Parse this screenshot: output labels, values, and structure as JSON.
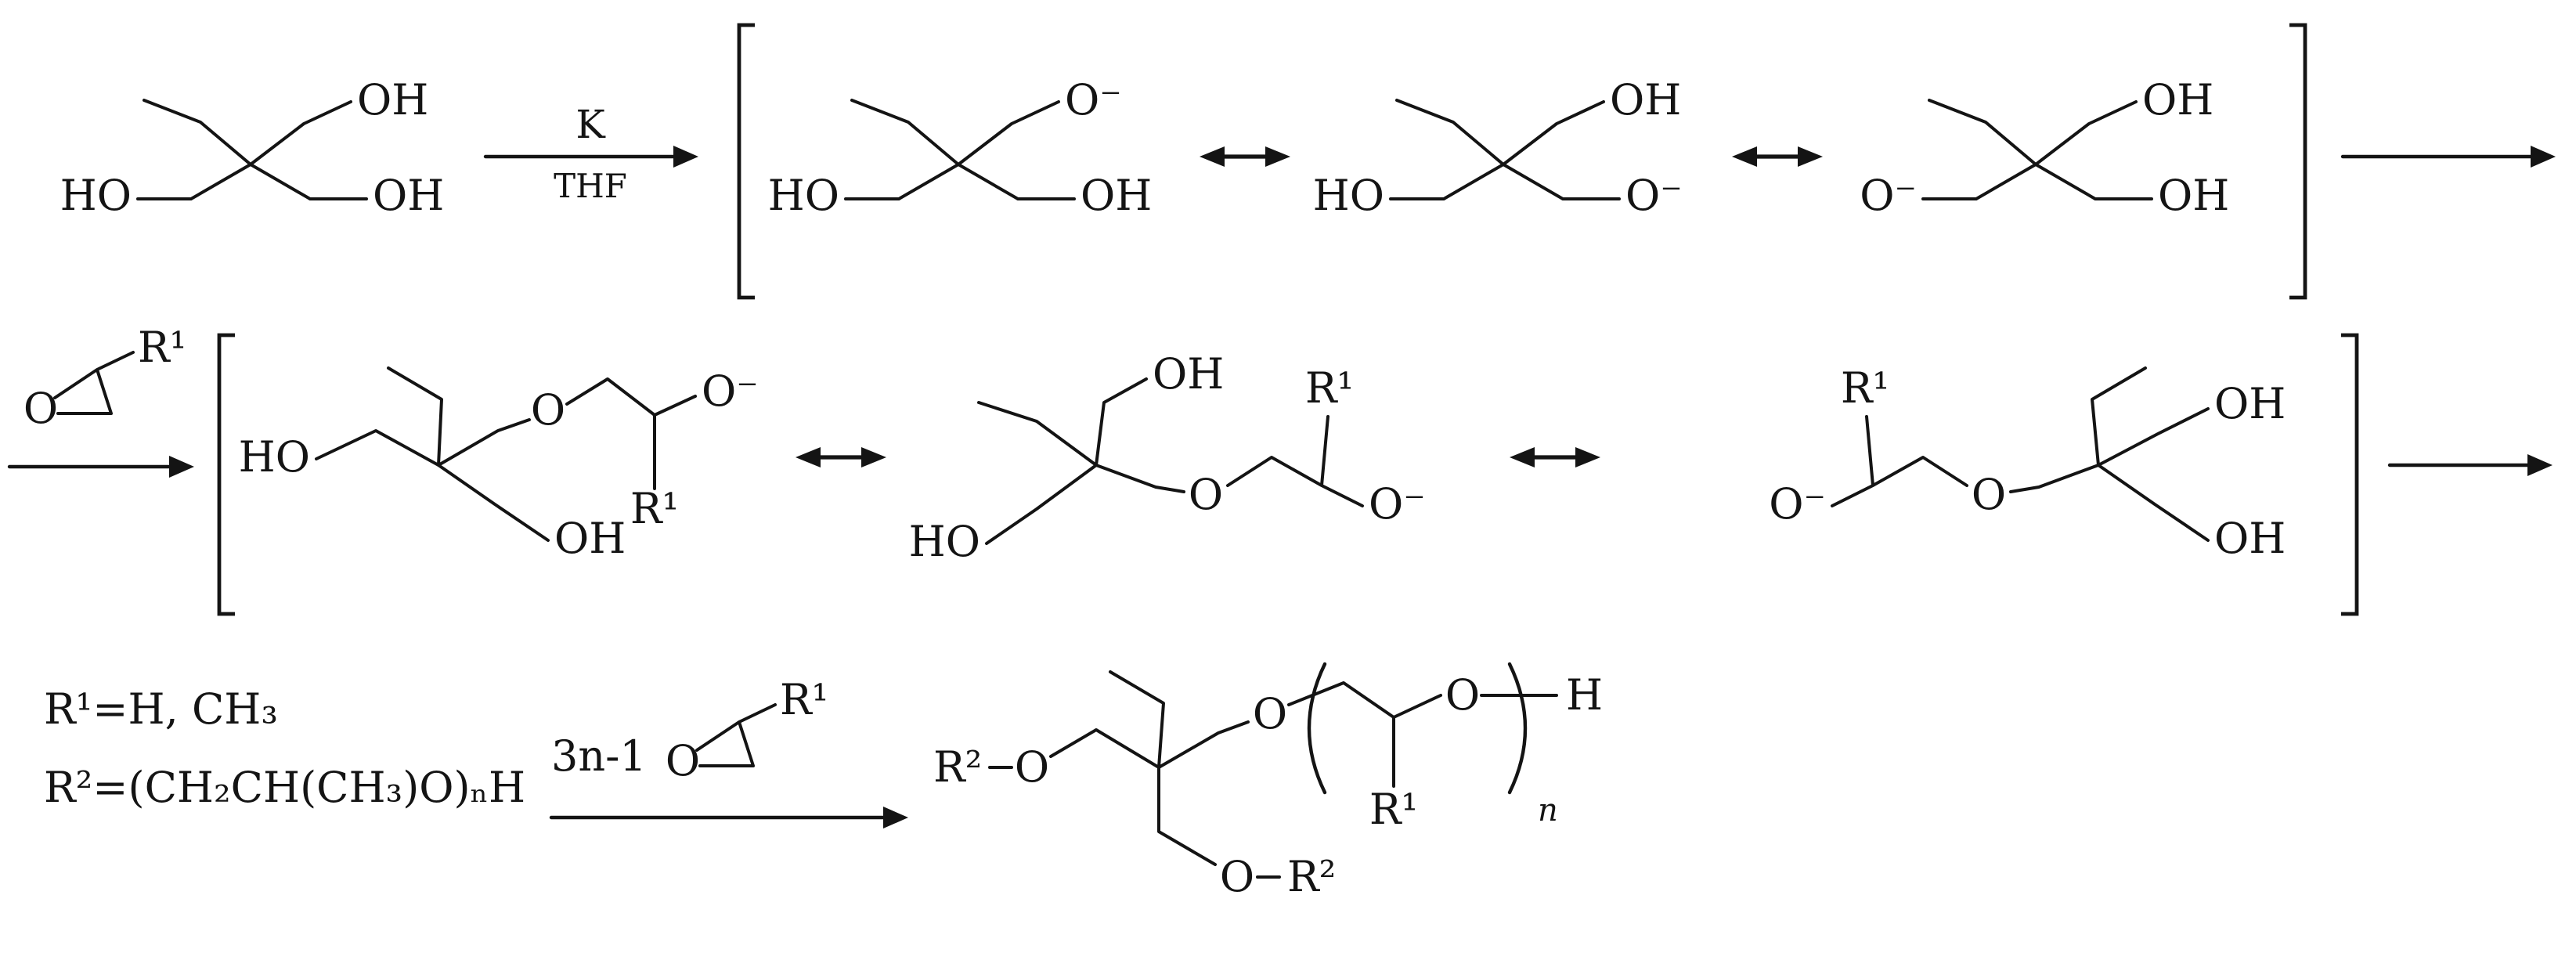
{
  "scheme": {
    "step1": {
      "reagent": "K",
      "solvent": "THF"
    },
    "step3": {
      "stoichiometry": "3n-1"
    },
    "definitions": {
      "r1": "R¹=H, CH₃",
      "r2": "R²=(CH₂CH(CH₃)O)ₙH"
    },
    "polymer": {
      "repeat_subscript": "n"
    }
  },
  "atoms": {
    "oh": "OH",
    "ho": "HO",
    "o_minus": "O⁻",
    "o": "O",
    "h": "H"
  },
  "groups": {
    "r1": "R¹",
    "r2": "R²"
  }
}
